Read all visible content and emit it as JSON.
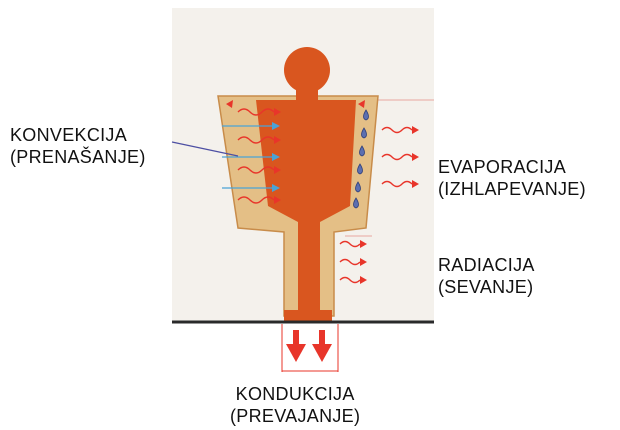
{
  "labels": {
    "convection": {
      "line1": "KONVEKCIJA",
      "line2": "(PRENAŠANJE)"
    },
    "evaporation": {
      "line1": "EVAPORACIJA",
      "line2": "(IZHLAPEVANJE)"
    },
    "radiation": {
      "line1": "RADIACIJA",
      "line2": "(SEVANJE)"
    },
    "conduction": {
      "line1": "KONDUKCIJA",
      "line2": "(PREVAJANJE)"
    }
  },
  "colors": {
    "body": "#d9561f",
    "insulation": "#e4bf86",
    "heat_arrow": "#e8352a",
    "air_arrow": "#4aa3d6",
    "droplet": "#5c6fb0",
    "page_bg": "#f4f1ec",
    "base_line": "#2a2a2a",
    "leader_line": "#4d4fa3"
  },
  "icons": {
    "droplets": "water-droplet-icon",
    "heat_arrows": "wavy-heat-arrow-icon",
    "conduction_arrows": "down-arrow-icon"
  }
}
